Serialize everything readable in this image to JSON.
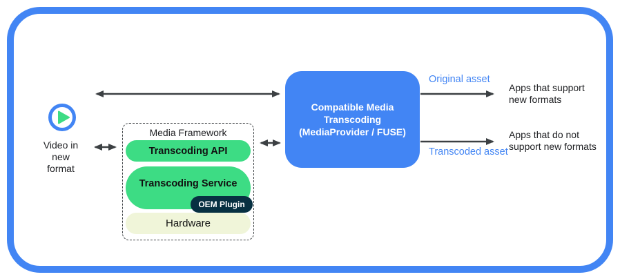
{
  "colors": {
    "frame_blue": "#4285F4",
    "transcoder_blue": "#4285F4",
    "android_green": "#3DDC84",
    "oem_navy": "#073042",
    "hardware_cream": "#F0F5D9",
    "arrow_gray": "#3C4043",
    "asset_label_blue": "#4285F4"
  },
  "source": {
    "icon": "play-video-icon",
    "label": "Video in\nnew\nformat"
  },
  "media_framework": {
    "title": "Media Framework",
    "transcoding_api": "Transcoding API",
    "transcoding_service": "Transcoding Service",
    "oem_plugin": "OEM Plugin",
    "hardware": "Hardware"
  },
  "transcoder": {
    "title": "Compatible Media\nTranscoding\n(MediaProvider / FUSE)"
  },
  "outputs": {
    "original_asset_label": "Original asset",
    "transcoded_asset_label": "Transcoded asset",
    "apps_support": "Apps that support\nnew formats",
    "apps_no_support": "Apps that do not\nsupport new formats"
  }
}
